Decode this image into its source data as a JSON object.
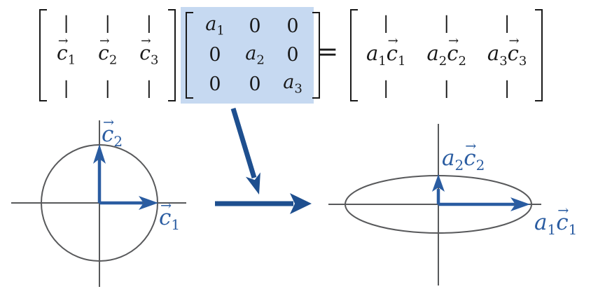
{
  "colors": {
    "math_text": "#1a1a1a",
    "highlight_fill": "#c6d9f1",
    "vector_blue": "#2a5ca1",
    "transform_arrow_blue": "#1e4f8f",
    "axis_gray": "#58595b"
  },
  "glyphs": {
    "vec_arrow": "→",
    "column_bar": "|"
  },
  "equation": {
    "equals": "=",
    "matrix_c": {
      "columns": [
        {
          "letter": "c",
          "sub": "1"
        },
        {
          "letter": "c",
          "sub": "2"
        },
        {
          "letter": "c",
          "sub": "3"
        }
      ]
    },
    "matrix_diag": {
      "rows": [
        [
          {
            "t": "a",
            "sub": "1"
          },
          {
            "t": "0",
            "sub": ""
          },
          {
            "t": "0",
            "sub": ""
          }
        ],
        [
          {
            "t": "0",
            "sub": ""
          },
          {
            "t": "a",
            "sub": "2"
          },
          {
            "t": "0",
            "sub": ""
          }
        ],
        [
          {
            "t": "0",
            "sub": ""
          },
          {
            "t": "0",
            "sub": ""
          },
          {
            "t": "a",
            "sub": "3"
          }
        ]
      ]
    },
    "matrix_result": {
      "columns": [
        {
          "coef": "a",
          "coef_sub": "1",
          "vec": "c",
          "vec_sub": "1"
        },
        {
          "coef": "a",
          "coef_sub": "2",
          "vec": "c",
          "vec_sub": "2"
        },
        {
          "coef": "a",
          "coef_sub": "3",
          "vec": "c",
          "vec_sub": "3"
        }
      ]
    }
  },
  "left_diagram": {
    "label_c2": {
      "letter": "c",
      "sub": "2"
    },
    "label_c1": {
      "letter": "c",
      "sub": "1"
    }
  },
  "right_diagram": {
    "label_a2c2": {
      "coef": "a",
      "coef_sub": "2",
      "vec": "c",
      "vec_sub": "2"
    },
    "label_a1c1": {
      "coef": "a",
      "coef_sub": "1",
      "vec": "c",
      "vec_sub": "1"
    }
  }
}
